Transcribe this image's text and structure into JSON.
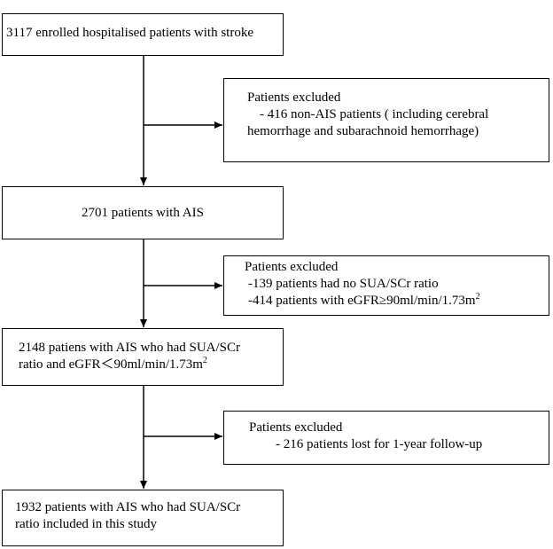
{
  "flowchart": {
    "main_boxes": [
      {
        "lines": [
          "3117 enrolled hospitalised patients with stroke"
        ]
      },
      {
        "lines": [
          "2701 patients with AIS"
        ]
      },
      {
        "lines": [
          "2148 patiens with AIS who had SUA/SCr",
          "ratio and eGFR＜90ml/min/1.73m"
        ],
        "sup": "2"
      },
      {
        "lines": [
          "1932 patients with AIS who had SUA/SCr",
          "ratio included in this study"
        ]
      }
    ],
    "exclusion_boxes": [
      {
        "title": "Patients excluded",
        "lines": [
          "- 416 non-AIS patients ( including cerebral",
          "hemorrhage and subarachnoid hemorrhage)"
        ]
      },
      {
        "title": "Patients excluded",
        "lines": [
          "-139 patients had no SUA/SCr ratio",
          "-414 patients with eGFR≥90ml/min/1.73m"
        ],
        "sup": "2"
      },
      {
        "title": "Patients excluded",
        "lines": [
          "- 216 patients lost for 1-year follow-up"
        ]
      }
    ]
  }
}
